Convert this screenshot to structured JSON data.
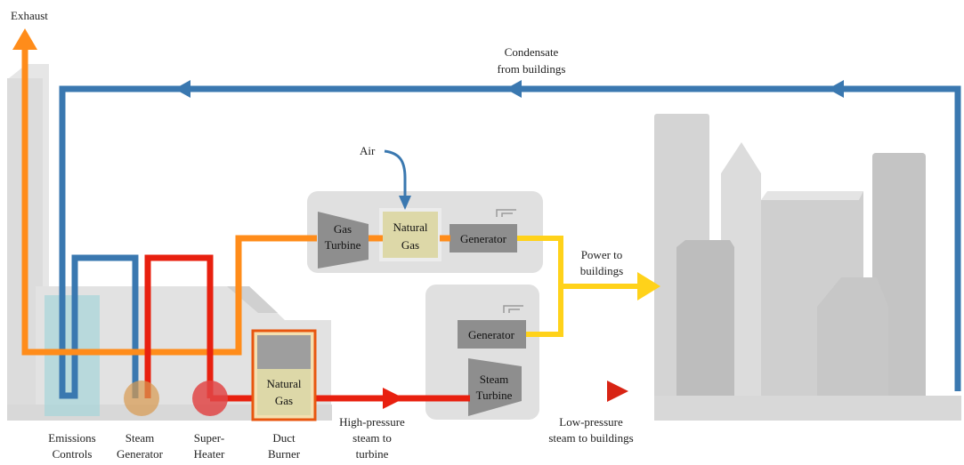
{
  "labels": {
    "exhaust": "Exhaust",
    "condensate_1": "Condensate",
    "condensate_2": "from buildings",
    "air": "Air",
    "gas_turbine_1": "Gas",
    "gas_turbine_2": "Turbine",
    "natural_gas_top_1": "Natural",
    "natural_gas_top_2": "Gas",
    "generator_top": "Generator",
    "power_1": "Power to",
    "power_2": "buildings",
    "generator_bottom": "Generator",
    "steam_turbine_1": "Steam",
    "steam_turbine_2": "Turbine",
    "natural_gas_duct_1": "Natural",
    "natural_gas_duct_2": "Gas",
    "hp_1": "High-pressure",
    "hp_2": "steam to",
    "hp_3": "turbine",
    "lp_1": "Low-pressure",
    "lp_2": "steam to buildings",
    "emissions_1": "Emissions",
    "emissions_2": "Controls",
    "steam_gen_1": "Steam",
    "steam_gen_2": "Generator",
    "super_1": "Super-",
    "super_2": "Heater",
    "duct_1": "Duct",
    "duct_2": "Burner"
  },
  "colors": {
    "blue_pipe": "#3a78b0",
    "orange_pipe": "#ff8c1a",
    "red_pipe": "#e8200f",
    "yellow_power": "#ffd21a",
    "building_gray": "#c8c8c8",
    "box_fill": "#9e9e9e",
    "natural_gas_fill": "#ddd8a8"
  }
}
